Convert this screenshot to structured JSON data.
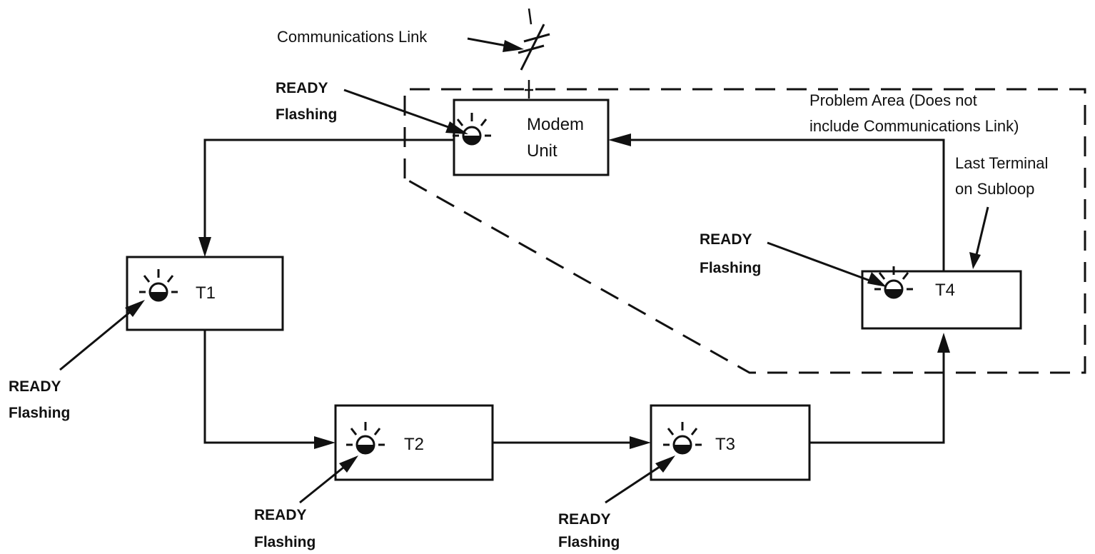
{
  "link": {
    "label": "Communications Link"
  },
  "units": [
    {
      "id": "modem",
      "line1": "Modem",
      "line2": "Unit"
    },
    {
      "id": "t1",
      "line1": "T1"
    },
    {
      "id": "t2",
      "line1": "T2"
    },
    {
      "id": "t3",
      "line1": "T3"
    },
    {
      "id": "t4",
      "line1": "T4"
    }
  ],
  "indicators": [
    {
      "unit": "modem",
      "status": "READY",
      "state": "Flashing"
    },
    {
      "unit": "t1",
      "status": "READY",
      "state": "Flashing"
    },
    {
      "unit": "t2",
      "status": "READY",
      "state": "Flashing"
    },
    {
      "unit": "t3",
      "status": "READY",
      "state": "Flashing"
    },
    {
      "unit": "t4",
      "status": "READY",
      "state": "Flashing"
    }
  ],
  "problem_area": {
    "line1": "Problem Area (Does not",
    "line2": "include Communications Link)"
  },
  "last_terminal": {
    "line1": "Last Terminal",
    "line2": "on Subloop"
  }
}
